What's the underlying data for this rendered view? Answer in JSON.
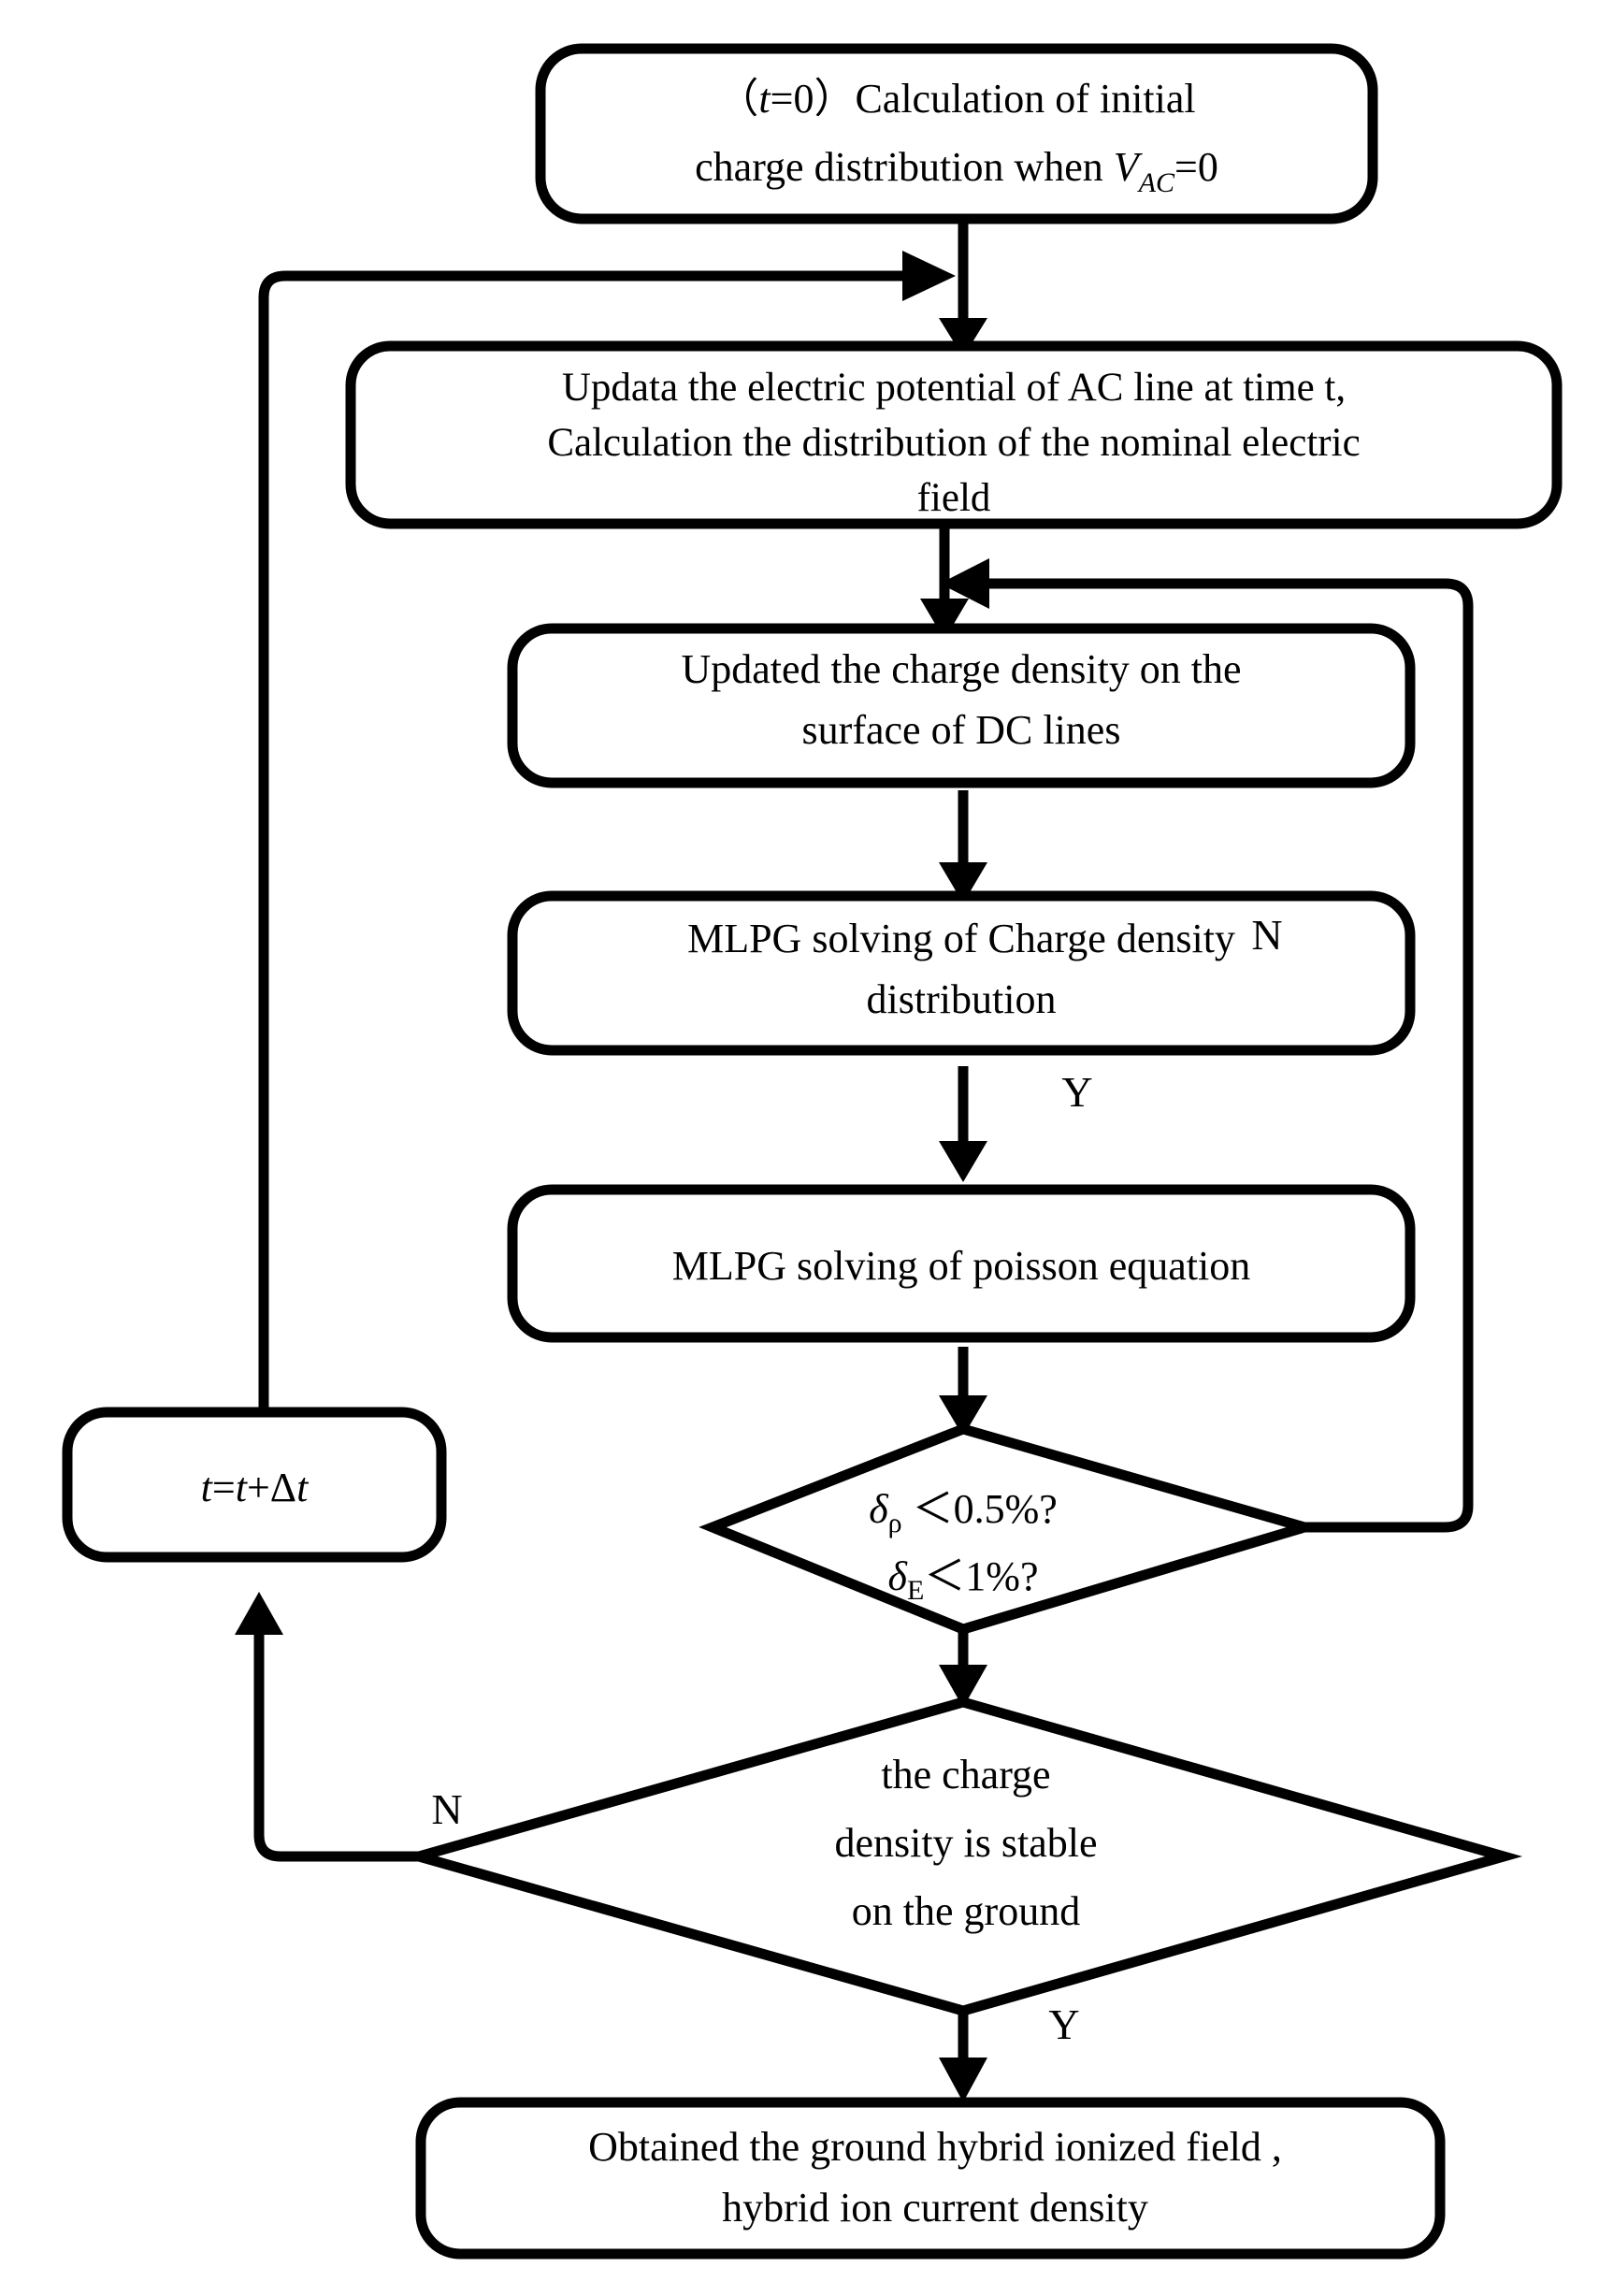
{
  "diagram": {
    "title": "Hybrid ionized field calculation flowchart",
    "type": "flowchart",
    "colors": {
      "stroke": "#000000",
      "fill": "#ffffff",
      "background": "#ffffff"
    },
    "nodes": [
      {
        "id": "start",
        "shape": "rounded-rect",
        "line1": "（t=0）Calculation of initial",
        "line2": "charge distribution when VAC=0",
        "line1_pre": "（",
        "line1_var": "t",
        "line1_post": "=0）Calculation of initial",
        "line2_pre": "charge distribution when ",
        "line2_var": "V",
        "line2_sub": "AC",
        "line2_post": "=0"
      },
      {
        "id": "update-potential",
        "shape": "rounded-rect",
        "line1": "Updata the electric potential of AC line at time t,",
        "line2": "Calculation the distribution of the nominal electric",
        "line3": "field"
      },
      {
        "id": "update-charge-density",
        "shape": "rounded-rect",
        "line1": "Updated the charge density on the",
        "line2": "surface of DC lines"
      },
      {
        "id": "mlpg-charge",
        "shape": "rounded-rect",
        "line1": "MLPG solving of Charge density",
        "line2": "distribution"
      },
      {
        "id": "mlpg-poisson",
        "shape": "rounded-rect",
        "line1": "MLPG solving of poisson equation"
      },
      {
        "id": "convergence-check",
        "shape": "diamond",
        "line1_var": "δ",
        "line1_sub": "ρ",
        "line1_rest": "＜0.5%?",
        "line2_var": "δ",
        "line2_sub": "E",
        "line2_rest": "＜1%?"
      },
      {
        "id": "time-step",
        "shape": "rounded-rect",
        "expr_a": "t",
        "expr_b": "=",
        "expr_c": "t",
        "expr_d": "+Δ",
        "expr_e": "t"
      },
      {
        "id": "stability-check",
        "shape": "diamond",
        "line1": "the charge",
        "line2": "density is stable",
        "line3": "on the ground"
      },
      {
        "id": "result",
        "shape": "rounded-rect",
        "line1": "Obtained the ground hybrid ionized field ,",
        "line2": "hybrid ion current density"
      }
    ],
    "branch_labels": {
      "convergence_no": "N",
      "convergence_yes": "Y",
      "stability_no": "N",
      "stability_yes": "Y"
    }
  }
}
